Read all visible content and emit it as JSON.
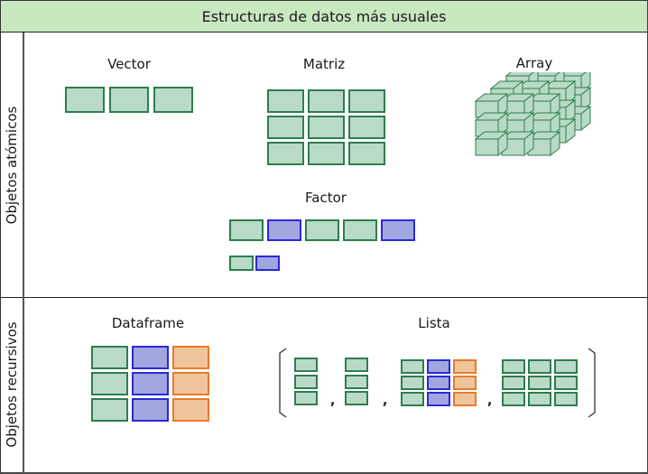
{
  "header": {
    "title": "Estructuras de datos más usuales"
  },
  "sections": {
    "atomic": {
      "label": "Objetos atómicos"
    },
    "recursive": {
      "label": "Objetos recursivos"
    }
  },
  "structures": {
    "vector": {
      "title": "Vector",
      "cells": [
        "green",
        "green",
        "green"
      ]
    },
    "matriz": {
      "title": "Matriz",
      "rows": 3,
      "cols": 3,
      "color": "green"
    },
    "array": {
      "title": "Array",
      "dims": [
        3,
        3,
        3
      ],
      "color": "green"
    },
    "factor": {
      "title": "Factor",
      "values": [
        "green",
        "blue",
        "green",
        "green",
        "blue"
      ],
      "levels": [
        "green",
        "blue"
      ]
    },
    "dataframe": {
      "title": "Dataframe",
      "rows": 3,
      "columns": [
        "green",
        "blue",
        "orange"
      ]
    },
    "lista": {
      "title": "Lista",
      "separator": ",",
      "elements": [
        {
          "type": "vector",
          "rows": 3,
          "columns": [
            "green"
          ]
        },
        {
          "type": "vector",
          "rows": 3,
          "columns": [
            "green"
          ]
        },
        {
          "type": "dataframe",
          "rows": 3,
          "columns": [
            "green",
            "blue",
            "orange"
          ]
        },
        {
          "type": "matriz",
          "rows": 3,
          "columns": [
            "green",
            "green",
            "green"
          ]
        }
      ]
    }
  },
  "colors": {
    "header_bg": "#c8e8c0",
    "green_fill": "#b9dac6",
    "green_border": "#2e7d4f",
    "blue_fill": "#a2a6e0",
    "blue_border": "#2a2ad6",
    "orange_fill": "#efc59c",
    "orange_border": "#ea7a2a"
  }
}
